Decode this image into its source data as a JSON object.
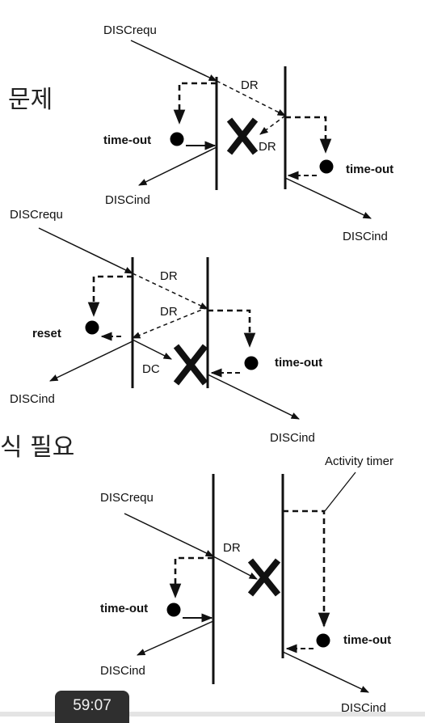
{
  "heading_fragments": {
    "top": "문제",
    "bottom": "식 필요"
  },
  "scenario1": {
    "disc_request": "DISCrequ",
    "dr_forward": "DR",
    "dr_back": "DR",
    "left_timeout": "time-out",
    "right_timeout": "time-out",
    "left_indication": "DISCind",
    "right_indication": "DISCind"
  },
  "scenario2": {
    "disc_request": "DISCrequ",
    "dr_first": "DR",
    "dr_second": "DR",
    "reset": "reset",
    "dc": "DC",
    "right_timeout": "time-out",
    "left_indication": "DISCind",
    "right_indication": "DISCind"
  },
  "scenario3": {
    "activity_timer": "Activity timer",
    "disc_request": "DISCrequ",
    "dr": "DR",
    "left_timeout": "time-out",
    "right_timeout": "time-out",
    "left_indication": "DISCind",
    "right_indication": "DISCind"
  },
  "video_timestamp": "59:07",
  "icons": [
    "timer-clock-icon",
    "lost-message-cross-icon",
    "arrowhead-icon"
  ]
}
